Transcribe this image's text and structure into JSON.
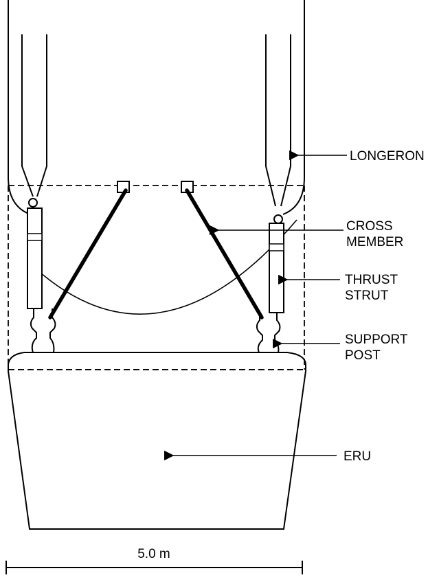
{
  "labels": {
    "longeron": "LONGERON",
    "cross_member_line1": "CROSS",
    "cross_member_line2": "MEMBER",
    "thrust_strut_line1": "THRUST",
    "thrust_strut_line2": "STRUT",
    "support_post_line1": "SUPPORT",
    "support_post_line2": "POST",
    "eru": "ERU"
  },
  "scale_bar": {
    "label": "5.0 m"
  },
  "colors": {
    "line": "#000000",
    "background": "#ffffff"
  }
}
